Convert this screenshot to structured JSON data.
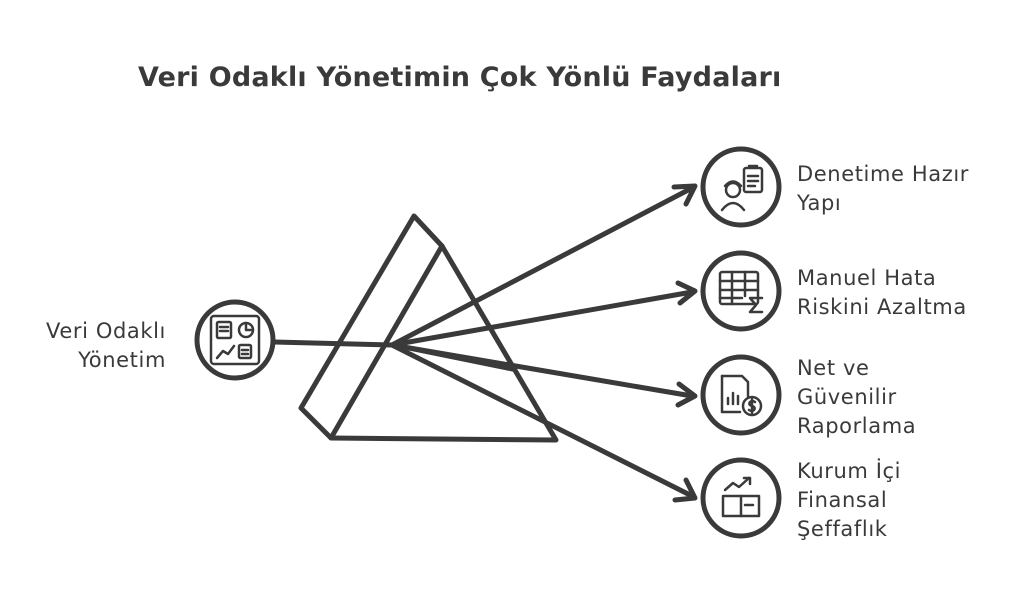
{
  "title": "Veri Odaklı Yönetimin Çok Yönlü Faydaları",
  "source": {
    "lines": [
      "Veri Odaklı",
      "Yönetim"
    ],
    "icon": "dashboard-icon"
  },
  "outcomes": [
    {
      "lines": [
        "Denetime Hazır",
        "Yapı"
      ],
      "icon": "auditor-clipboard-icon"
    },
    {
      "lines": [
        "Manuel Hata",
        "Riskini Azaltma"
      ],
      "icon": "spreadsheet-sum-icon"
    },
    {
      "lines": [
        "Net ve",
        "Güvenilir",
        "Raporlama"
      ],
      "icon": "report-dollar-icon"
    },
    {
      "lines": [
        "Kurum İçi",
        "Finansal",
        "Şeffaflık"
      ],
      "icon": "growth-box-icon"
    }
  ],
  "colors": {
    "stroke": "#3a3a3a",
    "background": "#ffffff"
  }
}
